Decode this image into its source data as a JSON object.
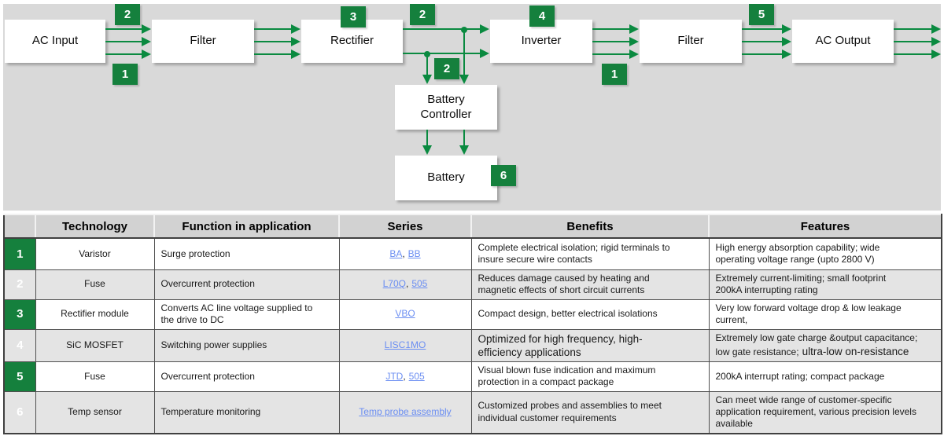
{
  "colors": {
    "panel": "#d9d9d9",
    "arrow": "#0a8a40",
    "badge": "#15803d",
    "link": "#6b8ef2"
  },
  "diagram": {
    "nodes": [
      {
        "label": "AC Input"
      },
      {
        "label": "Filter"
      },
      {
        "label": "Rectifier"
      },
      {
        "label": "Inverter"
      },
      {
        "label": "Filter"
      },
      {
        "label": "AC Output"
      },
      {
        "label": "Battery Controller"
      },
      {
        "label": "Battery"
      }
    ],
    "badges": [
      {
        "number": "2"
      },
      {
        "number": "1"
      },
      {
        "number": "3"
      },
      {
        "number": "2"
      },
      {
        "number": "2"
      },
      {
        "number": "4"
      },
      {
        "number": "1"
      },
      {
        "number": "5"
      },
      {
        "number": "6"
      }
    ]
  },
  "table": {
    "columns": [
      "Technology",
      "Function in application",
      "Series",
      "Benefits",
      "Features"
    ],
    "series_separator": ",",
    "rows": [
      {
        "num": "1",
        "technology": "Varistor",
        "function": "Surge protection",
        "series": [
          {
            "label": "BA"
          },
          {
            "label": "BB"
          }
        ],
        "benefits": "Complete electrical isolation; rigid terminals to\ninsure secure wire contacts",
        "features": "High energy absorption capability; wide\noperating voltage range (upto 2800 V)"
      },
      {
        "num": "2",
        "technology": "Fuse",
        "function": "Overcurrent protection",
        "series": [
          {
            "label": "L70Q"
          },
          {
            "label": "505"
          }
        ],
        "benefits": "Reduces damage caused by heating and\nmagnetic effects of short circuit currents",
        "features": "Extremely current-limiting; small footprint\n200kA interrupting rating"
      },
      {
        "num": "3",
        "technology": "Rectifier module",
        "function": "Converts AC line voltage supplied to\nthe drive to DC",
        "series": [
          {
            "label": "VBO"
          }
        ],
        "benefits": "Compact design, better electrical isolations",
        "features": "Very low forward voltage drop & low leakage\ncurrent,"
      },
      {
        "num": "4",
        "technology": "SiC MOSFET",
        "function": "Switching power supplies",
        "series": [
          {
            "label": "LISC1MO"
          }
        ],
        "benefits": "Optimized for high frequency, high-\nefficiency applications",
        "features": "Extremely low gate charge &output capacitance;\nlow gate resistance;",
        "features_large": "ultra-low on-resistance"
      },
      {
        "num": "5",
        "technology": "Fuse",
        "function": "Overcurrent protection",
        "series": [
          {
            "label": "JTD"
          },
          {
            "label": "505"
          }
        ],
        "benefits": "Visual blown fuse indication and maximum\nprotection in a compact package",
        "features": "200kA  interrupt rating; compact package"
      },
      {
        "num": "6",
        "technology": "Temp sensor",
        "function": "Temperature monitoring",
        "series": [
          {
            "label": "Temp probe assembly"
          }
        ],
        "benefits": "Customized probes and assemblies to meet\nindividual customer requirements",
        "features": "Can meet wide range of customer-specific\napplication requirement, various precision levels\navailable"
      }
    ]
  }
}
